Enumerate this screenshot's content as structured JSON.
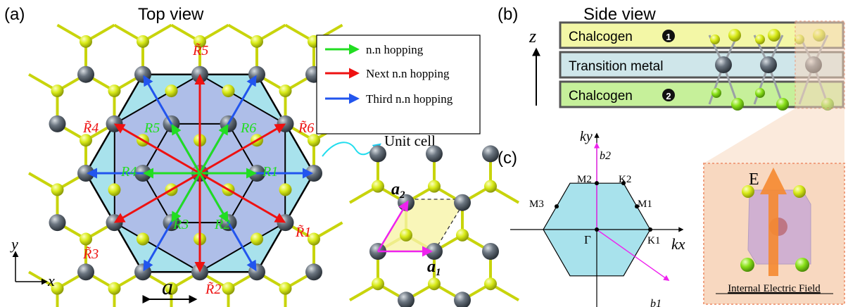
{
  "panels": {
    "a": {
      "label": "(a)",
      "title": "Top view"
    },
    "b": {
      "label": "(b)",
      "title": "Side view"
    },
    "c": {
      "label": "(c)"
    }
  },
  "legend": [
    {
      "label": "n.n hopping",
      "color": "#22dd22"
    },
    {
      "label": "Next n.n hopping",
      "color": "#ee1111"
    },
    {
      "label": "Third n.n hopping",
      "color": "#2255ee"
    }
  ],
  "vectors": {
    "nn": [
      "R1",
      "R2",
      "R3",
      "R4",
      "R5",
      "R6"
    ],
    "tilde": [
      "R̃1",
      "R̃2",
      "R̃3",
      "R̃4",
      "R̃5",
      "R̃6"
    ]
  },
  "lattice": {
    "a": "a",
    "a1": "a1",
    "a2": "a2",
    "unit_cell": "Unit cell",
    "x": "x",
    "y": "y"
  },
  "side": {
    "z": "z",
    "layers": [
      {
        "label": "Chalcogen",
        "badge": "1",
        "color": "#f3f7a6"
      },
      {
        "label": "Transition metal",
        "badge": "",
        "color": "#cfe6ea"
      },
      {
        "label": "Chalcogen",
        "badge": "2",
        "color": "#c6f09a"
      }
    ]
  },
  "bz": {
    "ky": "ky",
    "kx": "kx",
    "b1": "b1",
    "b2": "b2",
    "points": [
      "M2",
      "K2",
      "M3",
      "M1",
      "Γ",
      "K1"
    ]
  },
  "field": {
    "E": "E",
    "caption": "Internal Electric Field"
  },
  "colors": {
    "metal": "#5a6570",
    "chalcogen": "#d6e816",
    "hex_fill": "#a8e2ec",
    "purple": "#b3a0e6",
    "unit_cell_fill": "#f8f4a8",
    "magenta": "#ee22ee",
    "cyan": "#22ddee",
    "peach": "#f8d8c0",
    "orange": "#f58a30"
  }
}
